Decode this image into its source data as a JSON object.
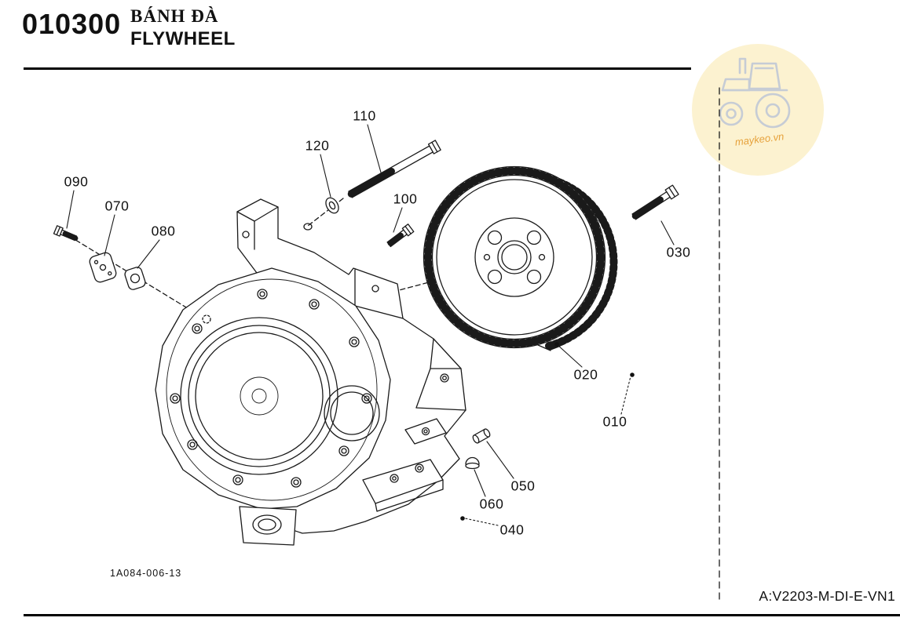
{
  "header": {
    "section_code": "010300",
    "title_primary": "BÁNH ĐÀ",
    "title_secondary": "FLYWHEEL"
  },
  "watermark": {
    "site": "maykeo.vn"
  },
  "diagram": {
    "drawing_number": "1A084-006-13",
    "part_labels": [
      {
        "id": "110"
      },
      {
        "id": "120"
      },
      {
        "id": "100"
      },
      {
        "id": "090"
      },
      {
        "id": "070"
      },
      {
        "id": "080"
      },
      {
        "id": "030"
      },
      {
        "id": "020"
      },
      {
        "id": "010"
      },
      {
        "id": "050"
      },
      {
        "id": "060"
      },
      {
        "id": "040"
      }
    ]
  },
  "footer": {
    "model_code": "A:V2203-M-DI-E-VN1"
  },
  "colors": {
    "line": "#1a1a1a",
    "watermark_circle": "#fcf2d0",
    "watermark_tractor": "#c6ccd5",
    "watermark_text": "#e6a23c"
  }
}
